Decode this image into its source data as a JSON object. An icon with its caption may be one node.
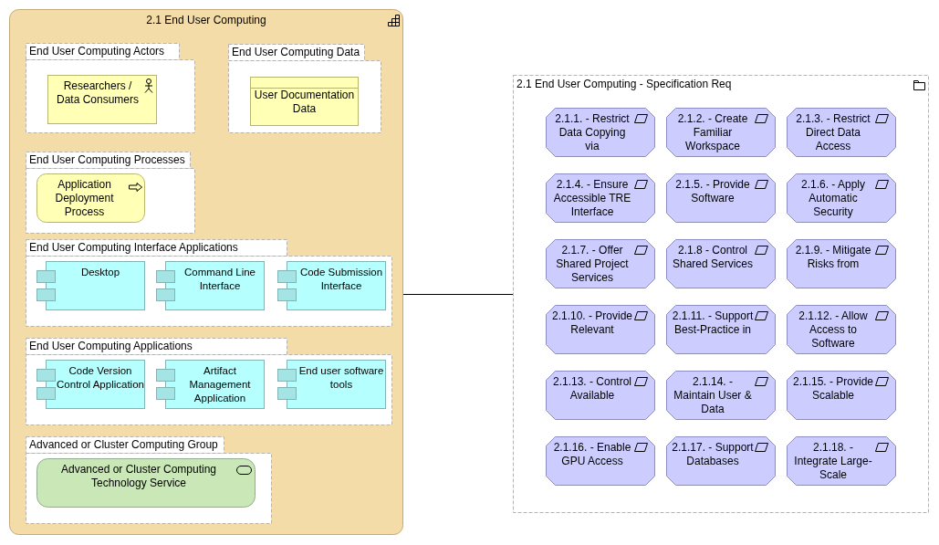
{
  "diagram": {
    "nodes": [
      {
        "text": [
          "2.1 End User Computing"
        ]
      },
      {
        "text": [
          "End User Computing Actors"
        ],
        "in": 0
      },
      {
        "text": [
          "Researchers / Data Consumers"
        ],
        "in": 1
      },
      {
        "text": [
          "End User Computing Data"
        ],
        "in": 0
      },
      {
        "text": [
          "User Documentation Data"
        ],
        "in": 3
      },
      {
        "text": [
          "End User Computing Processes"
        ],
        "in": 0
      },
      {
        "text": [
          "Application Deployment Process"
        ],
        "in": 5
      },
      {
        "text": [
          "End User Computing Interface Applications"
        ],
        "in": 0
      },
      {
        "text": [
          "Desktop"
        ],
        "in": 7
      },
      {
        "text": [
          "Command Line Interface"
        ],
        "in": 7
      },
      {
        "text": [
          "Code Submission Interface"
        ],
        "in": 7
      },
      {
        "text": [
          "End User Computing Applications"
        ],
        "in": 0
      },
      {
        "text": [
          "Code Version Control Application"
        ],
        "in": 11
      },
      {
        "text": [
          "Artifact Management Application"
        ],
        "in": 11
      },
      {
        "text": [
          "End user software tools"
        ],
        "in": 11
      },
      {
        "text": [
          "Advanced or Cluster Computing Group"
        ],
        "in": 0
      },
      {
        "text": [
          "Advanced or Cluster Computing Technology Service"
        ],
        "in": 15
      },
      {
        "text": [
          "2.1 End User Computing - Specification Req"
        ]
      },
      {
        "text": [
          "2.1.1. - Restrict Data Copying via"
        ],
        "in": 17
      },
      {
        "text": [
          "2.1.2. - Create Familiar Workspace"
        ],
        "in": 17
      },
      {
        "text": [
          "2.1.3. - Restrict Direct Data Access"
        ],
        "in": 17
      },
      {
        "text": [
          "2.1.4. - Ensure Accessible TRE Interface"
        ],
        "in": 17
      },
      {
        "text": [
          "2.1.5. - Provide Software"
        ],
        "in": 17
      },
      {
        "text": [
          "2.1.6. - Apply Automatic Security"
        ],
        "in": 17
      },
      {
        "text": [
          "2.1.7. - Offer Shared Project Services"
        ],
        "in": 17
      },
      {
        "text": [
          "2.1.8 - Control Shared Services"
        ],
        "in": 17
      },
      {
        "text": [
          "2.1.9. - Mitigate Risks from"
        ],
        "in": 17
      },
      {
        "text": [
          "2.1.10. - Provide Relevant"
        ],
        "in": 17
      },
      {
        "text": [
          "2.1.11. - Support Best-Practice in"
        ],
        "in": 17
      },
      {
        "text": [
          "2.1.12. - Allow Access to Software"
        ],
        "in": 17
      },
      {
        "text": [
          "2.1.13. - Control Available"
        ],
        "in": 17
      },
      {
        "text": [
          "2.1.14. - Maintain User & Data"
        ],
        "in": 17
      },
      {
        "text": [
          "2.1.15. - Provide Scalable"
        ],
        "in": 17
      },
      {
        "text": [
          "2.1.16. - Enable GPU Access"
        ],
        "in": 17
      },
      {
        "text": [
          "2.1.17. - Support Databases"
        ],
        "in": 17
      },
      {
        "text": [
          "2.1.18. - Integrate Large-Scale"
        ],
        "in": 17
      }
    ],
    "edges": [
      {
        "from": 0,
        "to": 17,
        "arrow": "none"
      }
    ]
  }
}
